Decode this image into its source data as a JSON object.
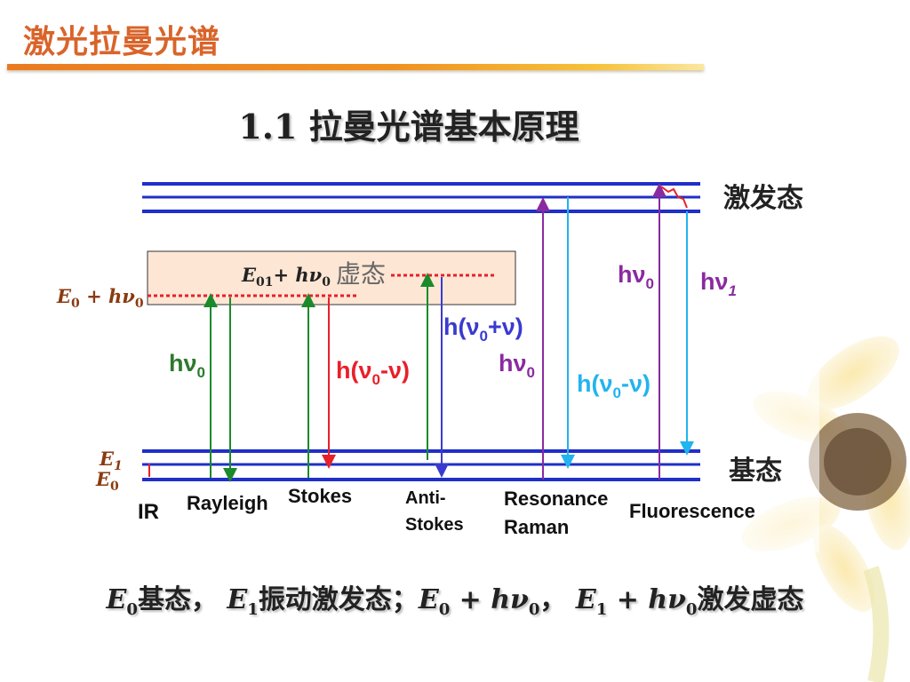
{
  "slide": {
    "title": "激光拉曼光谱",
    "subtitle": "1.1  拉曼光谱基本原理"
  },
  "diagram": {
    "excited_state_label": "激发态",
    "ground_state_label": "基态",
    "virtual_state_label": "虚态",
    "virtual_level_label_left": "E",
    "virtual_level_label_left_sub": "0",
    "virtual_level_label_left_rest": " + hν",
    "virtual_level_label_left_sub2": "0",
    "virtual_level_label_inner": "E",
    "virtual_level_label_inner_sub": "01",
    "virtual_level_label_inner_rest": "+ hν",
    "virtual_level_label_inner_sub2": "0",
    "e1_label": "E",
    "e1_sub": "1",
    "e0_label": "E",
    "e0_sub": "0",
    "processes": {
      "ir": "IR",
      "rayleigh": "Rayleigh",
      "stokes": "Stokes",
      "anti_stokes_1": "Anti-",
      "anti_stokes_2": "Stokes",
      "resonance_1": "Resonance",
      "resonance_2": "Raman",
      "fluorescence": "Fluorescence"
    },
    "transition_labels": {
      "rayleigh_up": "hν",
      "rayleigh_up_sub": "0",
      "stokes_down": "h(ν",
      "stokes_down_sub": "0",
      "stokes_down_rest": "-ν)",
      "anti_stokes_down": "h(ν",
      "anti_stokes_down_sub": "0",
      "anti_stokes_down_rest": "+ν)",
      "resonance_up": "hν",
      "resonance_up_sub": "0",
      "resonance_down": "h(ν",
      "resonance_down_sub": "0",
      "resonance_down_rest": "-ν)",
      "fluorescence_up": "hν",
      "fluorescence_up_sub": "0",
      "fluorescence_down": "hν",
      "fluorescence_down_sub": "1"
    },
    "colors": {
      "level_lines": "#1f2fc8",
      "green": "#1a8a2a",
      "red": "#e8202a",
      "blue": "#3a3ad0",
      "purple": "#8a2aa0",
      "cyan": "#22b4ee",
      "label_green": "#2d7a2d",
      "virtual_box_fill": "#fde6d4"
    }
  },
  "footer": {
    "e0": "E",
    "e0_sub": "0",
    "t1": "基态，",
    "e1": "E",
    "e1_sub": "1",
    "t2": "振动激发态；",
    "e0b": "E",
    "e0b_sub": "0",
    "t3": " + hν",
    "t3_sub": "0",
    "t4": "，",
    "e1b": "E",
    "e1b_sub": "1",
    "t5": " + hν",
    "t5_sub": "0",
    "t6": "激发虚态"
  }
}
